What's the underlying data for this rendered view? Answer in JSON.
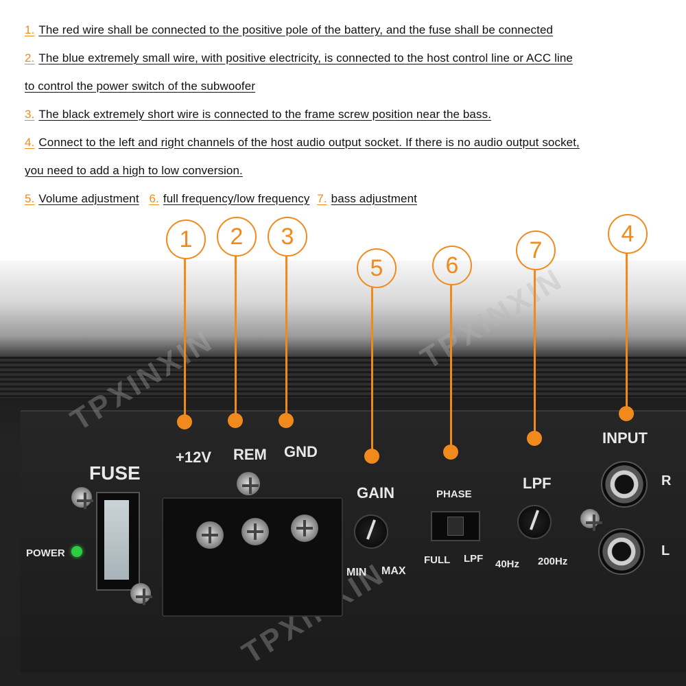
{
  "notes": [
    {
      "num": "1.",
      "text": "The red wire shall be connected to the positive pole of the battery, and the fuse shall be connected"
    },
    {
      "num": "2.",
      "text": "The blue extremely small wire, with positive electricity, is connected to the host control line or ACC line"
    },
    {
      "num": "",
      "text": "to control the power switch of the subwoofer"
    },
    {
      "num": "3.",
      "text": "The black extremely short wire is connected to the frame screw position near the bass."
    },
    {
      "num": "4.",
      "text": "Connect to the left and right channels of the host audio output socket. If there is no audio output socket,"
    },
    {
      "num": "",
      "text": "you need to add a high to low conversion."
    }
  ],
  "note_last": {
    "a_num": "5.",
    "a_text": "Volume adjustment",
    "b_num": "6.",
    "b_text": "full frequency/low frequency",
    "c_num": "7.",
    "c_text": "bass adjustment"
  },
  "callouts": [
    "1",
    "2",
    "3",
    "5",
    "6",
    "7",
    "4"
  ],
  "panel": {
    "fuse": "FUSE",
    "power": "POWER",
    "plus12v": "+12V",
    "rem": "REM",
    "gnd": "GND",
    "gain": "GAIN",
    "min": "MIN",
    "max": "MAX",
    "phase": "PHASE",
    "full": "FULL",
    "lpf_small": "LPF",
    "lpf": "LPF",
    "hz40": "40Hz",
    "hz200": "200Hz",
    "input": "INPUT",
    "r": "R",
    "l": "L"
  },
  "watermark": "TPXINXIN",
  "colors": {
    "accent": "#f08a1c",
    "panel": "#1e1e1e",
    "silkscreen": "#e8e8e8",
    "power_led": "#2ecc40"
  }
}
